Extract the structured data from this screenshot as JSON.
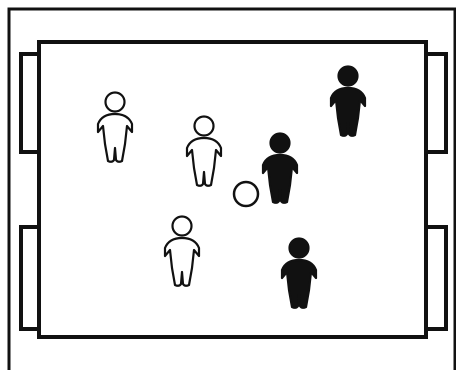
{
  "colors": {
    "background": "#ffffff",
    "line": "#111111",
    "team_outline_fill": "#ffffff",
    "team_solid_fill": "#111111",
    "ball_fill": "#ffffff"
  },
  "players": [
    {
      "team": "outline",
      "icon": "outline-player-icon"
    },
    {
      "team": "outline",
      "icon": "outline-player-icon"
    },
    {
      "team": "outline",
      "icon": "outline-player-icon"
    },
    {
      "team": "solid",
      "icon": "solid-player-icon"
    },
    {
      "team": "solid",
      "icon": "solid-player-icon"
    },
    {
      "team": "solid",
      "icon": "solid-player-icon"
    }
  ],
  "ball": {
    "icon": "ball-icon"
  }
}
